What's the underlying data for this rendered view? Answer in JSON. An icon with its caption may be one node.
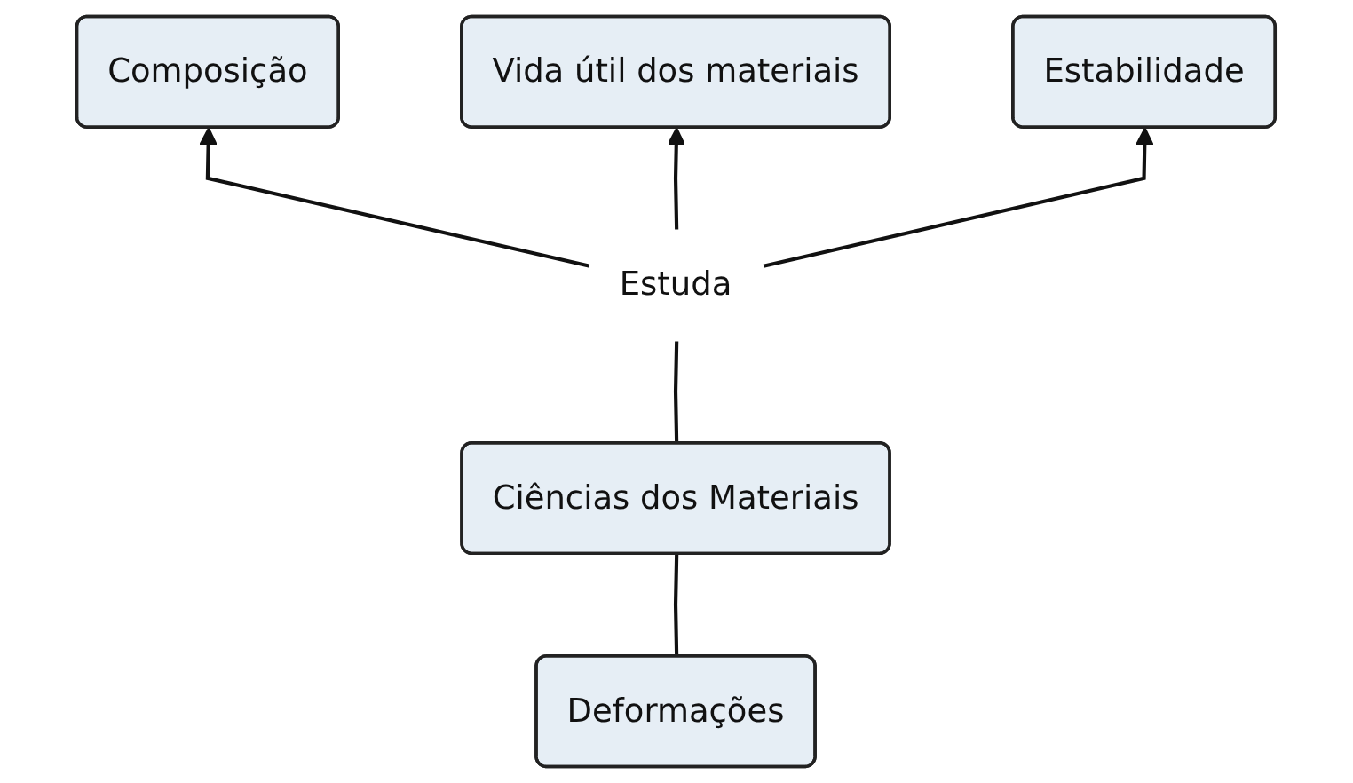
{
  "diagram": {
    "nodes": [
      {
        "text": [
          "Composição"
        ]
      },
      {
        "text": [
          "Vida útil dos materiais"
        ]
      },
      {
        "text": [
          "Estabilidade"
        ]
      },
      {
        "text": [
          "Estuda"
        ]
      },
      {
        "text": [
          "Ciências dos Materiais"
        ]
      },
      {
        "text": [
          "Deformações"
        ]
      }
    ],
    "edges": [
      {
        "from": 4,
        "to": 3,
        "arrow": "none"
      },
      {
        "from": 3,
        "to": 0,
        "arrow": "to"
      },
      {
        "from": 3,
        "to": 1,
        "arrow": "to"
      },
      {
        "from": 3,
        "to": 2,
        "arrow": "to"
      },
      {
        "from": 5,
        "to": 4,
        "arrow": "none"
      }
    ]
  }
}
